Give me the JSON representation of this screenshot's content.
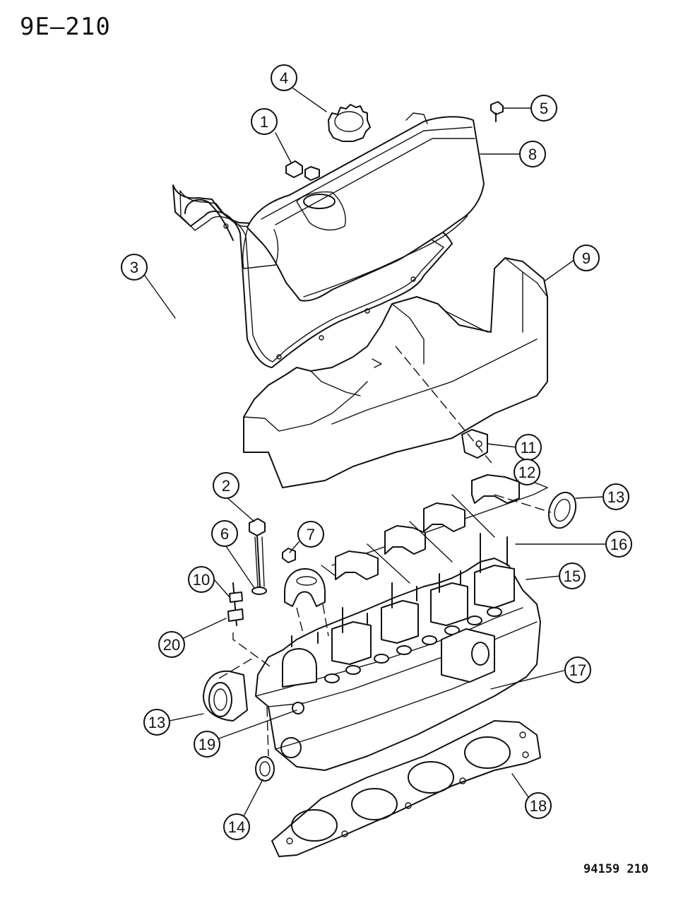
{
  "page_code": "9E–210",
  "reference_code": "94159 210",
  "callouts": [
    "1",
    "2",
    "3",
    "4",
    "5",
    "6",
    "7",
    "8",
    "9",
    "10",
    "11",
    "12",
    "13",
    "13",
    "14",
    "15",
    "16",
    "17",
    "18",
    "19",
    "20"
  ]
}
